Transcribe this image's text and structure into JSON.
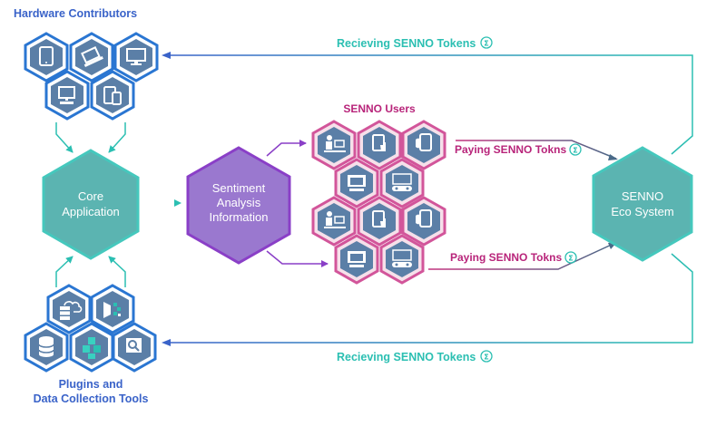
{
  "hardware": {
    "title": "Hardware Contributors",
    "devices": [
      "tablet-icon",
      "laptop-icon",
      "monitor-icon",
      "desktop-icon",
      "devices-icon"
    ]
  },
  "plugins": {
    "title_line1": "Plugins and",
    "title_line2": "Data Collection Tools",
    "tools": [
      "cloud-server-icon",
      "chart-icon",
      "database-icon",
      "cubes-icon",
      "magnifier-icon"
    ]
  },
  "core": {
    "line1": "Core",
    "line2": "Application"
  },
  "sentiment": {
    "line1": "Sentiment",
    "line2": "Analysis",
    "line3": "Information"
  },
  "users": {
    "title": "SENNO Users",
    "icons": [
      "desk-user-icon",
      "tablet-touch-icon",
      "phone-icon",
      "presenter-icon",
      "gamepad-icon"
    ]
  },
  "eco": {
    "line1": "SENNO",
    "line2": "Eco System"
  },
  "flows": {
    "receiving_top": "Recieving SENNO Tokens",
    "receiving_bottom": "Recieving SENNO Tokens",
    "paying_upper": "Paying SENNO Tokns",
    "paying_lower": "Paying SENNO Tokns",
    "token_symbol": "Σ"
  },
  "colors": {
    "blue": "#3a63c9",
    "teal": "#2bbfb2",
    "pink": "#c2337e",
    "purple": "#8a3fc7",
    "icon_fill": "#5b7fa7"
  }
}
